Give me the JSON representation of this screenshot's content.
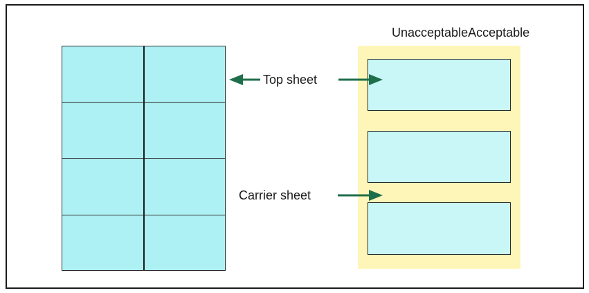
{
  "caption_fragment": "",
  "diagram": {
    "column_heading": "UnacceptableAcceptable",
    "top_sheet_label": "Top sheet",
    "carrier_sheet_label": "Carrier sheet",
    "left_sheet": {
      "rows": 4,
      "columns": 2
    },
    "right_sheet": {
      "labels": 3
    }
  },
  "colors": {
    "label_fill": "#aef1f4",
    "right_label_fill": "#c9f7f8",
    "carrier_fill": "#fdf6b8",
    "arrow": "#1f6e4a",
    "outline": "#2a2a2a"
  }
}
